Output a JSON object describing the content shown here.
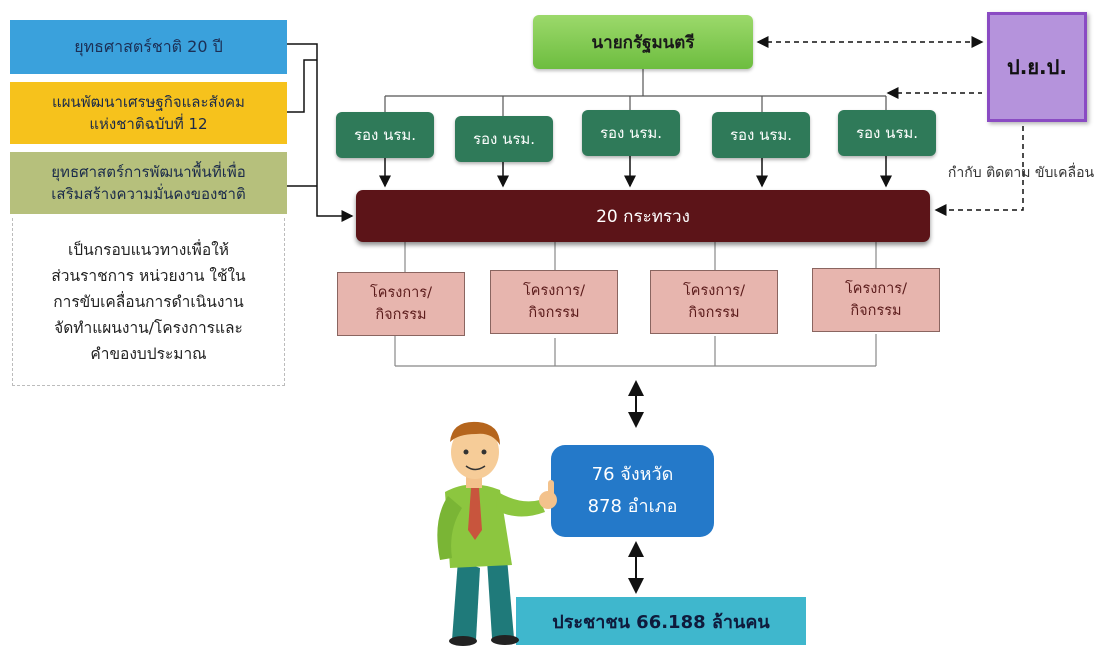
{
  "left_panel": {
    "strategy_20_years": "ยุทธศาสตร์ชาติ 20 ปี",
    "development_plan": "แผนพัฒนาเศรษฐกิจและสังคม\nแห่งชาติฉบับที่ 12",
    "area_strategy": "ยุทธศาสตร์การพัฒนาพื้นที่เพื่อ\nเสริมสร้างความมั่นคงของชาติ",
    "framework_text": "เป็นกรอบแนวทางเพื่อให้\nส่วนราชการ หน่วยงาน ใช้ใน\nการขับเคลื่อนการดำเนินงาน\nจัดทำแผนงาน/โครงการและ\nคำของบประมาณ"
  },
  "prime_minister": "นายกรัฐมนตรี",
  "pyp": "ป.ย.ป.",
  "deputies": [
    "รอง นรม.",
    "รอง นรม.",
    "รอง นรม.",
    "รอง นรม.",
    "รอง นรม."
  ],
  "supervise_text": "กำกับ ติดตาม ขับเคลื่อน",
  "ministries": "20 กระทรวง",
  "projects": [
    "โครงการ/\nกิจกรรม",
    "โครงการ/\nกิจกรรม",
    "โครงการ/\nกิจกรรม",
    "โครงการ/\nกิจกรรม"
  ],
  "province_box": "76 จังหวัด\n878 อำเภอ",
  "people_box": "ประชาชน 66.188 ล้านคน",
  "colors": {
    "strategy": "#3aa1dc",
    "plan": "#f6c21c",
    "area_strategy": "#b6c07c",
    "prime_minister": "#7ec850",
    "deputy": "#2f7a59",
    "ministries": "#5c1418",
    "project": "#e7b5ae",
    "province": "#2479c9",
    "people": "#3fb7cd",
    "pyp": "#b593dc"
  }
}
